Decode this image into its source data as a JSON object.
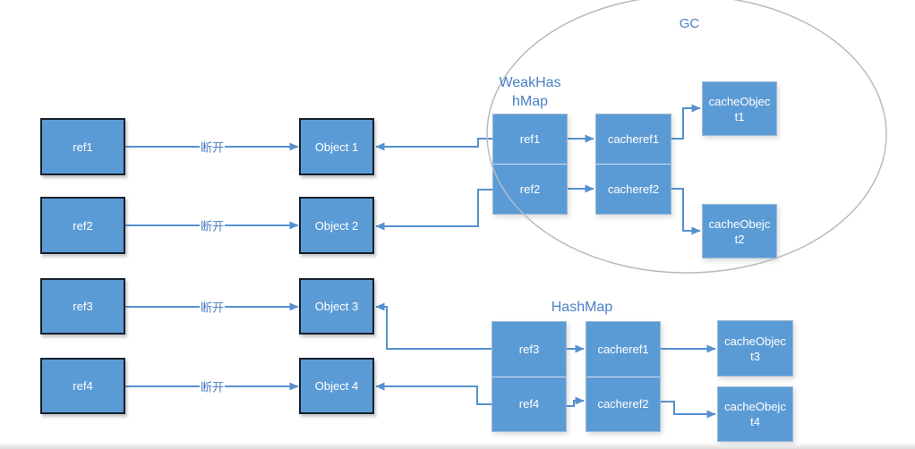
{
  "diagram": {
    "gc_label": "GC",
    "rows": [
      {
        "ref": "ref1",
        "object": "Object 1",
        "edge_label": "断开"
      },
      {
        "ref": "ref2",
        "object": "Object 2",
        "edge_label": "断开"
      },
      {
        "ref": "ref3",
        "object": "Object 3",
        "edge_label": "断开"
      },
      {
        "ref": "ref4",
        "object": "Object 4",
        "edge_label": "断开"
      }
    ],
    "weak_hash_map": {
      "title": "WeakHas\nhMap",
      "keys": [
        "ref1",
        "ref2"
      ],
      "values": [
        "cacheref1",
        "cacheref2"
      ],
      "cache_objects": [
        "cacheObjec\nt1",
        "cacheObejc\nt2"
      ]
    },
    "hash_map": {
      "title": "HashMap",
      "keys": [
        "ref3",
        "ref4"
      ],
      "values": [
        "cacheref1",
        "cacheref2"
      ],
      "cache_objects": [
        "cacheObjec\nt3",
        "cacheObejc\nt4"
      ]
    },
    "colors": {
      "node_fill": "#5b9bd5",
      "node_border_dark": "#15212d",
      "connector": "#5590cf",
      "label_blue": "#4a80c4",
      "ellipse_stroke": "#b6bcc3"
    }
  }
}
